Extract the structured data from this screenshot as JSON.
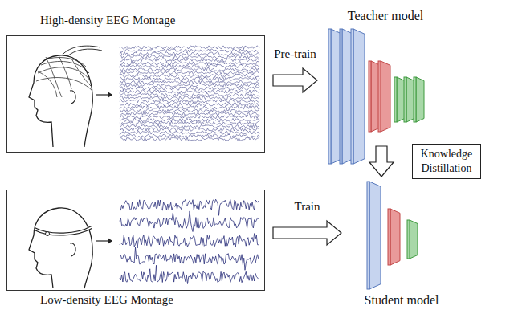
{
  "diagram": {
    "nodes": [
      {
        "text": [
          "High-density EEG Montage"
        ]
      },
      {
        "text": [
          "Teacher model"
        ]
      },
      {
        "text": [
          "Low-density EEG Montage"
        ]
      },
      {
        "text": [
          "Student model"
        ]
      }
    ],
    "edges": [
      {
        "from": 0,
        "to": 1,
        "arrow": "to",
        "label": "Pre-train"
      },
      {
        "from": 1,
        "to": 3,
        "arrow": "to",
        "label": "Knowledge Distillation"
      },
      {
        "from": 2,
        "to": 3,
        "arrow": "to",
        "label": "Train"
      }
    ]
  }
}
